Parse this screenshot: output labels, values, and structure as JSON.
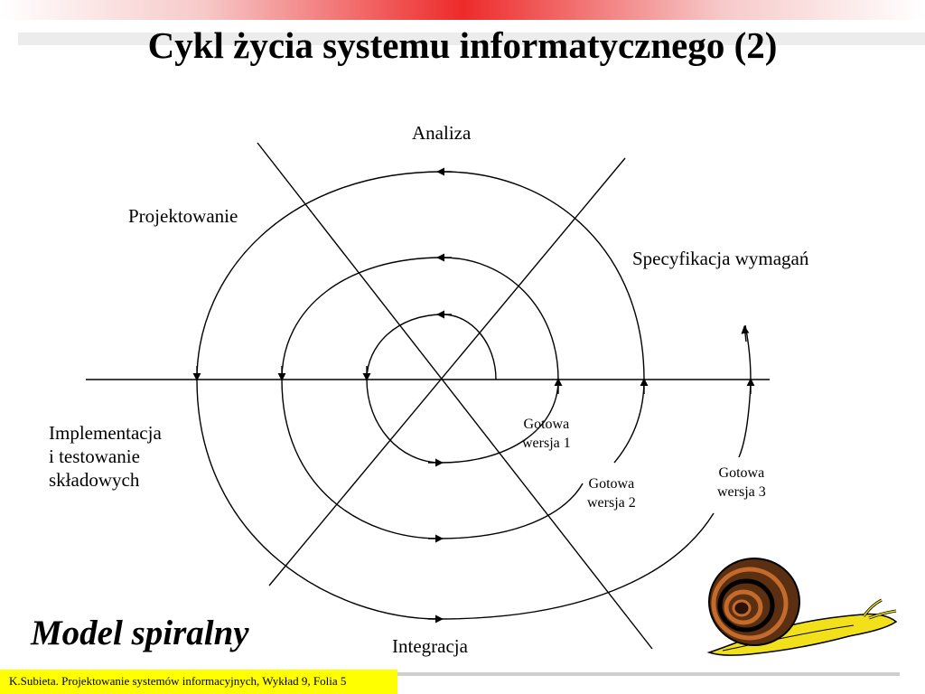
{
  "slide": {
    "title": "Cykl życia systemu informatycznego (2)",
    "model_title": "Model spiralny",
    "footer": "K.Subieta. Projektowanie systemów informacyjnych, Wykład 9, Folia 5"
  },
  "diagram": {
    "phases": {
      "analysis": "Analiza",
      "design": "Projektowanie",
      "requirements": "Specyfikacja wymagań",
      "implementation": "Implementacja\ni testowanie\nskładowych",
      "integration": "Integracja"
    },
    "releases": [
      "Gotowa\nwersja 1",
      "Gotowa\nwersja 2",
      "Gotowa\nwersja 3"
    ]
  },
  "colors": {
    "top_bar_accent": "#ee2a2a",
    "footer_background": "#ffff00",
    "diagram_lines": "#000000"
  }
}
